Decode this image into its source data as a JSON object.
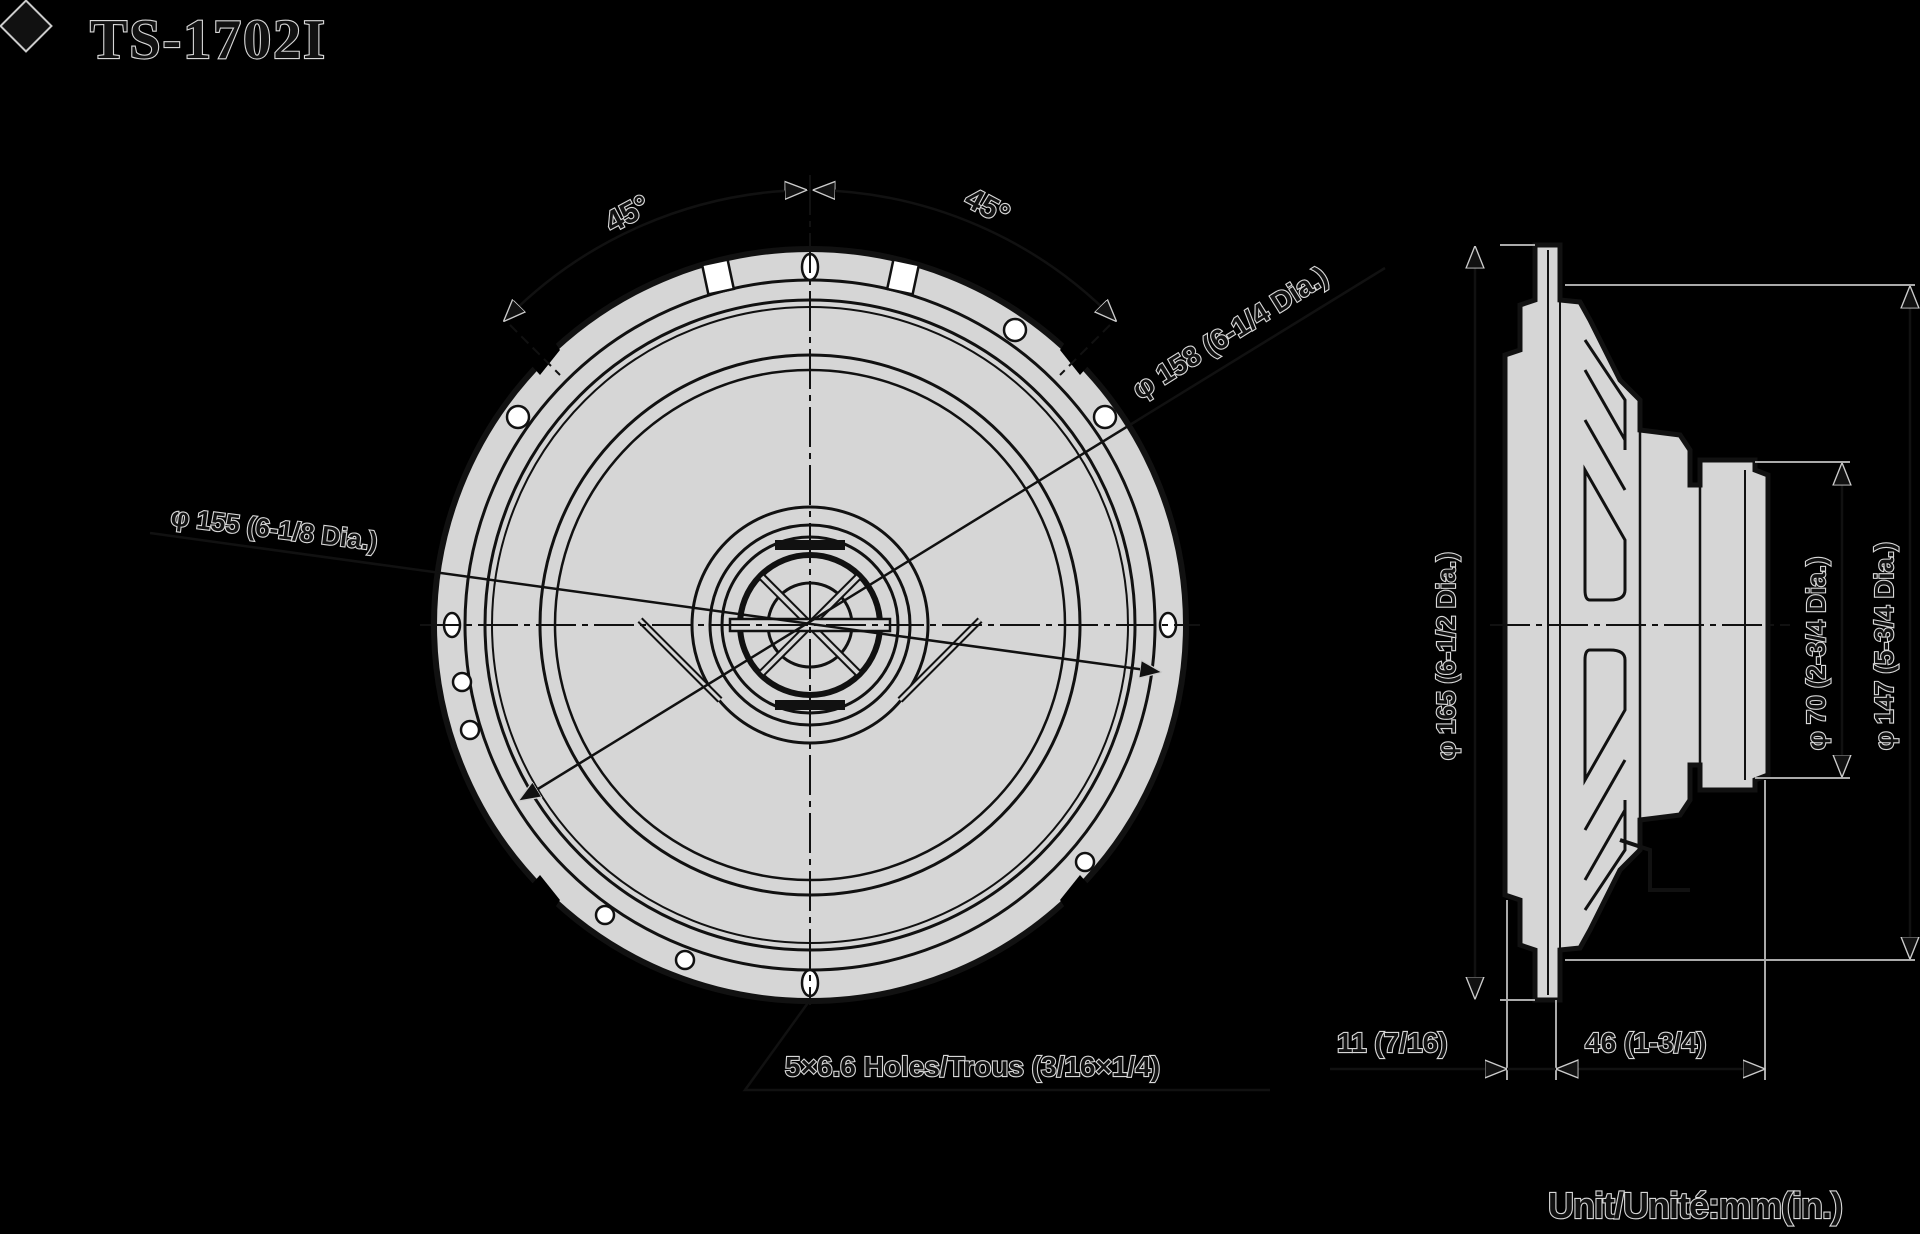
{
  "title": {
    "bullet_icon": "diamond-icon",
    "model": "TS-1702I"
  },
  "front_view": {
    "angle_left": "45°",
    "angle_right": "45°",
    "dim_158": "φ 158 (6-1/4 Dia.)",
    "dim_155": "φ 155 (6-1/8 Dia.)",
    "holes_label": "5×6.6 Holes/Trous (3/16×1/4)"
  },
  "side_view": {
    "dim_165": "φ 165 (6-1/2 Dia.)",
    "dim_70": "φ 70 (2-3/4 Dia.)",
    "dim_147": "φ 147 (5-3/4 Dia.)",
    "dim_11": "11 (7/16)",
    "dim_46": "46 (1-3/4)"
  },
  "unit_note": "Unit/Unité:mm(in.)",
  "colors": {
    "background": "#000000",
    "fill": "#d6d6d6",
    "line": "#111111",
    "halo": "#d8d8d8"
  }
}
